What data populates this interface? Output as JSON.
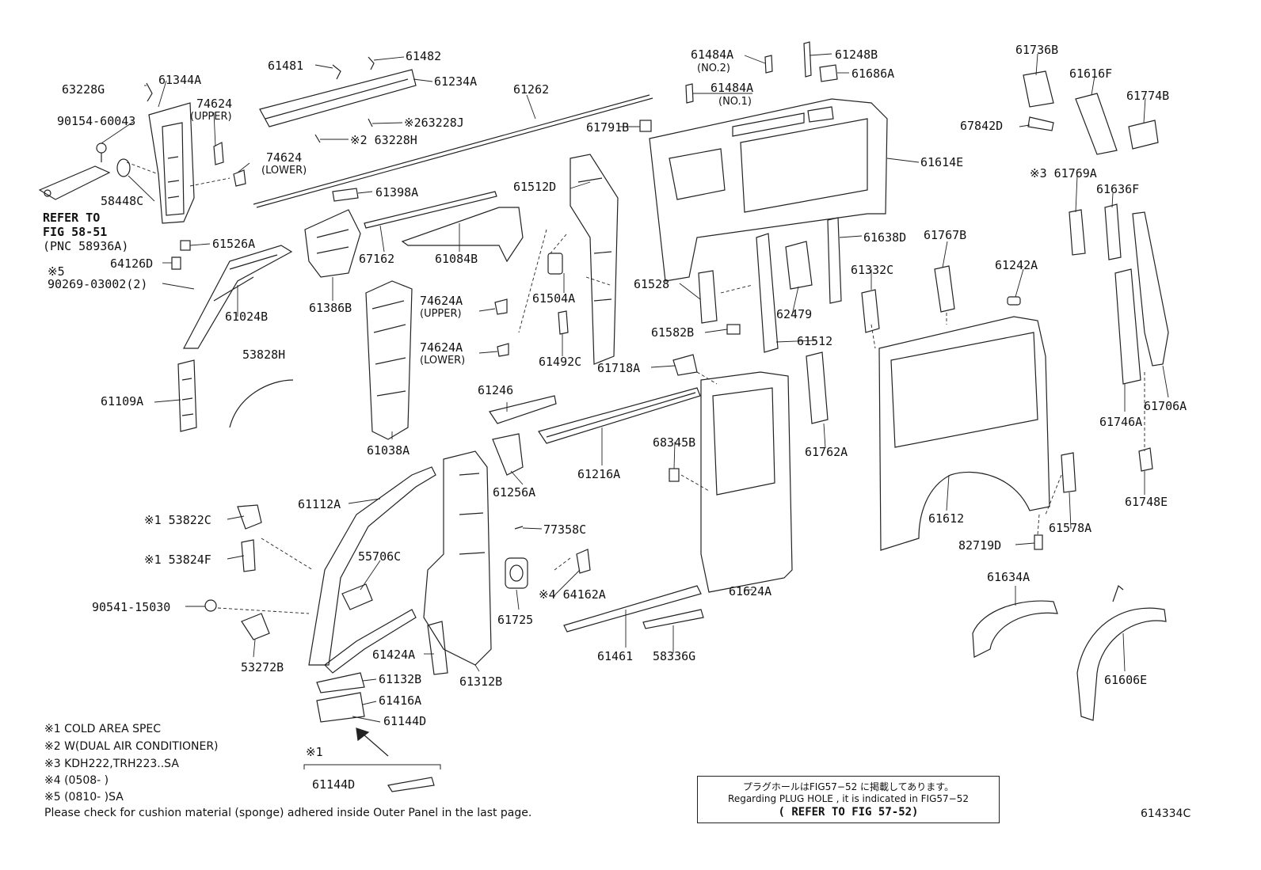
{
  "labels": {
    "p63228G": "63228G",
    "p61344A": "61344A",
    "p74624U": "74624",
    "p74624U_sub": "(UPPER)",
    "p90154": "90154-60043",
    "p74624L": "74624",
    "p74624L_sub": "(LOWER)",
    "p58448C": "58448C",
    "refer1": "REFER TO",
    "refer2": "FIG 58-51",
    "refer3": "(PNC 58936A)",
    "p61526A": "61526A",
    "p64126D": "64126D",
    "p90269_mark": "※5",
    "p90269": "90269-03002(2)",
    "p61024B": "61024B",
    "p61109A": "61109A",
    "p61481": "61481",
    "p61482": "61482",
    "p61234A": "61234A",
    "p63228J": "※263228J",
    "p63228H": "※2 63228H",
    "p61262": "61262",
    "p61398A": "61398A",
    "p67162": "67162",
    "p61084B": "61084B",
    "p61386B": "61386B",
    "p61038A": "61038A",
    "p53828H": "53828H",
    "p61512D": "61512D",
    "p74624AU": "74624A",
    "p74624AU_sub": "(UPPER)",
    "p74624AL": "74624A",
    "p74624AL_sub": "(LOWER)",
    "p61504A": "61504A",
    "p61492C": "61492C",
    "p61246": "61246",
    "p61256A": "61256A",
    "p61216A": "61216A",
    "p61112A": "61112A",
    "p53822C": "※1 53822C",
    "p53824F": "※1 53824F",
    "p90541": "90541-15030",
    "p55706C": "55706C",
    "p53272B": "53272B",
    "p61424A": "61424A",
    "p61312B": "61312B",
    "p61132B": "61132B",
    "p61416A": "61416A",
    "p61144D": "61144D",
    "p77358C": "77358C",
    "p64162A": "※4 64162A",
    "p61725": "61725",
    "p61461": "61461",
    "p58336G": "58336G",
    "p61484A2": "61484A",
    "p61484A2_sub": "(NO.2)",
    "p61484A1": "61484A",
    "p61484A1_sub": "(NO.1)",
    "p61248B": "61248B",
    "p61686A": "61686A",
    "p61791B": "61791B",
    "p61614E": "61614E",
    "p61638D": "61638D",
    "p61528": "61528",
    "p61582B": "61582B",
    "p62479": "62479",
    "p61512": "61512",
    "p61718A": "61718A",
    "p68345B": "68345B",
    "p61762A": "61762A",
    "p61624A": "61624A",
    "p61332C": "61332C",
    "p61767B": "61767B",
    "p61242A": "61242A",
    "p61612": "61612",
    "p61578A": "61578A",
    "p82719D": "82719D",
    "p61736B": "61736B",
    "p61616F": "61616F",
    "p61774B": "61774B",
    "p67842D": "67842D",
    "p61769A": "※3 61769A",
    "p61636F": "61636F",
    "p61746A": "61746A",
    "p61706A": "61706A",
    "p61748E": "61748E",
    "p61634A": "61634A",
    "p61606E": "61606E",
    "bracket_mark": "※1",
    "p61144D2": "61144D",
    "drawing_no": "614334C"
  },
  "notes": {
    "n1": "※1 COLD AREA SPEC",
    "n2": "※2 W(DUAL AIR CONDITIONER)",
    "n3": "※3 KDH222,TRH223..SA",
    "n4": "※4 (0508-          )",
    "n5": "※5 (0810-          )SA",
    "n6": "Please check for cushion material (sponge) adhered inside Outer Panel in the last page."
  },
  "refbox": {
    "jp": "プラグホールはFIG57−52 に掲載してあります。",
    "en": "Regarding PLUG HOLE , it is indicated in FIG57−52",
    "ref": "( REFER TO FIG 57-52)"
  }
}
